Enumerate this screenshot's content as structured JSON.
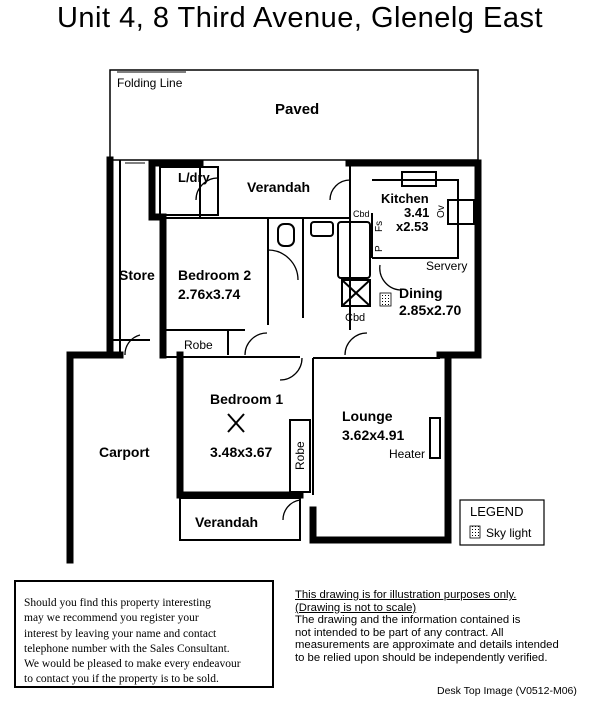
{
  "title": "Unit 4, 8  Third Avenue,  Glenelg East",
  "rooms": {
    "folding_line": "Folding Line",
    "paved": "Paved",
    "ldry": "L/dry",
    "verandah_top": "Verandah",
    "kitchen": "Kitchen",
    "kitchen_size": "3.41",
    "kitchen_size2": "x2.53",
    "cbd1": "Cbd",
    "fs": "Fs",
    "p": "P",
    "ov": "Ov",
    "servery": "Servery",
    "store": "Store",
    "bedroom2": "Bedroom 2",
    "bedroom2_size": "2.76x3.74",
    "dining": "Dining",
    "dining_size": "2.85x2.70",
    "cbd2": "Cbd",
    "robe1": "Robe",
    "bedroom1": "Bedroom 1",
    "bedroom1_size": "3.48x3.67",
    "robe2": "Robe",
    "carport": "Carport",
    "lounge": "Lounge",
    "lounge_size": "3.62x4.91",
    "heater": "Heater",
    "verandah_bottom": "Verandah"
  },
  "legend": {
    "title": "LEGEND",
    "item": "Sky light"
  },
  "notice": {
    "lines": [
      "Should you find this property interesting",
      "may we recommend you register your",
      "interest by leaving your name and contact",
      "telephone number with the Sales Consultant.",
      "We would be pleased to make every endeavour",
      "to contact you if the property is to be sold."
    ]
  },
  "disclaimer": {
    "line1": "This drawing is for illustration purposes only.",
    "line2": "(Drawing is not to scale)",
    "body": [
      "The drawing and the information contained is",
      "not intended to be part of any contract.  All",
      "measurements are approximate and details intended",
      "to be relied upon should be independently verified."
    ]
  },
  "footer": "Desk Top Image   (V0512-M06)"
}
